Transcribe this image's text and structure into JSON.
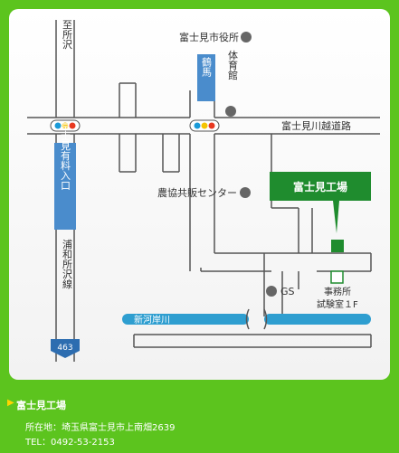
{
  "map": {
    "road_labels": {
      "tokorozawa": "至所沢",
      "fujimikawagoe": "富士見川越道路",
      "urawa": "浦和所沢線"
    },
    "vertical_signs": {
      "toll": "富士見有料入口",
      "tsuruma": "鶴馬"
    },
    "landmarks": {
      "city_hall": "富士見市役所",
      "gym": "体育館",
      "nokyo": "農協共販センター",
      "gs": "GS",
      "office": "事務所\n試験室１F"
    },
    "river": "新河岸川",
    "route_badge": "463",
    "factory_callout": "富士見工場"
  },
  "footer": {
    "title": "富士見工場",
    "address": "所在地：埼玉県富士見市上南畑2639",
    "tel": "TEL：0492-53-2153"
  },
  "colors": {
    "frame_green": "#5cc41e",
    "sign_blue": "#4a8ccc",
    "river_blue": "#2e9ed0",
    "factory_green": "#1f8c2e",
    "road_gray": "#555555"
  }
}
